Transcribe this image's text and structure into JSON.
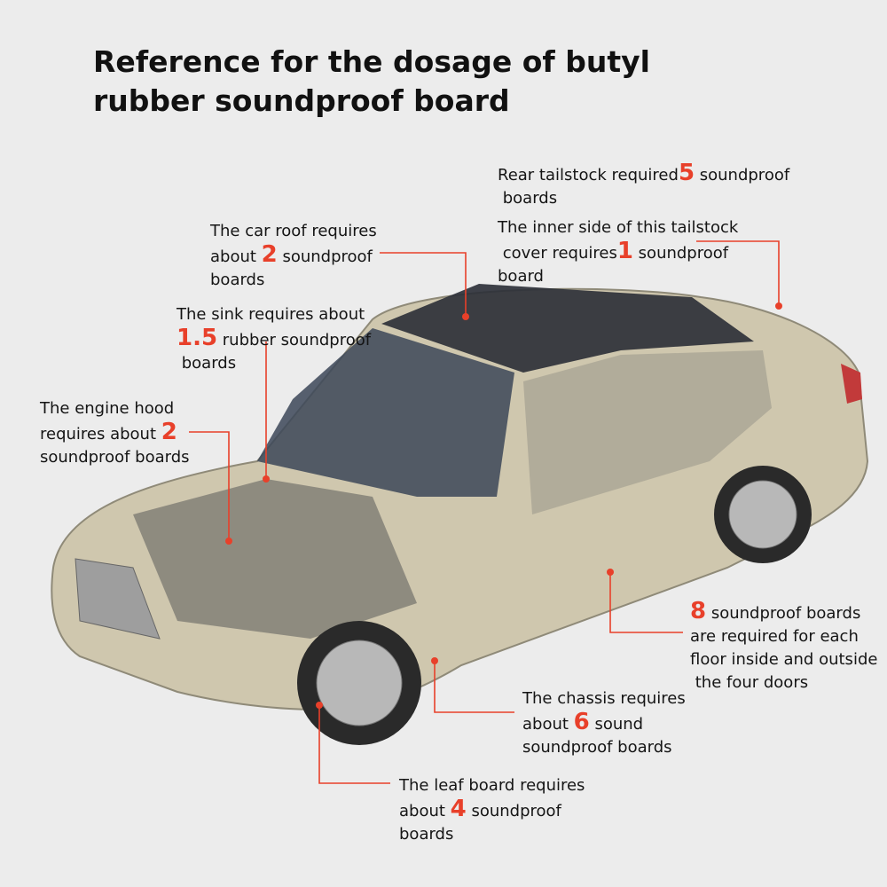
{
  "title": "Reference for the dosage of butyl rubber soundproof board",
  "accent_color": "#e8402a",
  "callouts": {
    "tailstock": {
      "before": "Rear tailstock required",
      "num": "5",
      "after": " soundproof",
      "line2": " boards"
    },
    "tailstock_inner": {
      "line1": "The inner side of this tailstock",
      "before": " cover requires",
      "num": "1",
      "after": " soundproof",
      "line3": "board"
    },
    "roof": {
      "line1": "The car roof requires",
      "before": "about ",
      "num": "2",
      "after": " soundproof",
      "line3": "boards"
    },
    "sink": {
      "line1": "The sink requires about",
      "num": "1.5",
      "after": " rubber soundproof",
      "line3": " boards"
    },
    "hood": {
      "line1": "The engine hood",
      "before": "requires about ",
      "num": "2",
      "line3": "soundproof boards"
    },
    "doors": {
      "num": "8",
      "after": " soundproof boards",
      "line2": "are required for each",
      "line3": "floor inside and outside",
      "line4": " the four doors"
    },
    "chassis": {
      "line1": "The chassis requires",
      "before": "about ",
      "num": "6",
      "after": " sound",
      "line3": "soundproof boards"
    },
    "leaf": {
      "line1": "The leaf board requires",
      "before": "about ",
      "num": "4",
      "after": " soundproof",
      "line3": "boards"
    }
  }
}
